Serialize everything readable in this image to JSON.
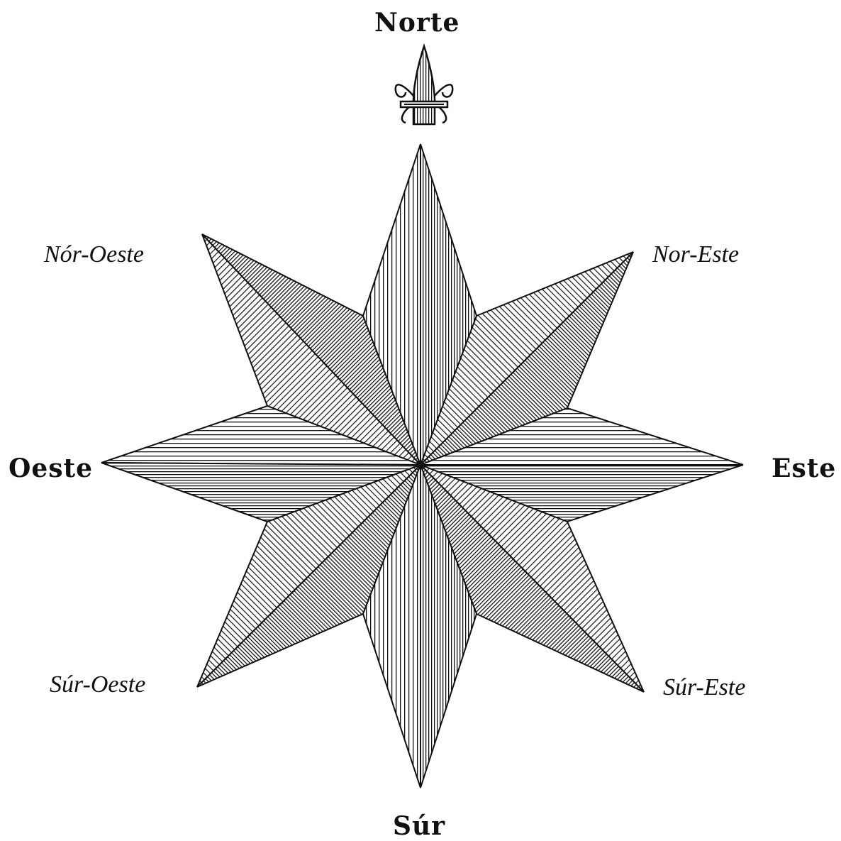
{
  "labels": {
    "north": "Norte",
    "south": "Súr",
    "east": "Este",
    "west": "Oeste",
    "northeast": "Nor-Este",
    "northwest": "Nór-Oeste",
    "southeast": "Súr-Este",
    "southwest": "Súr-Oeste"
  },
  "colors": {
    "ink": "#111111",
    "paper": "#ffffff"
  },
  "icons": {
    "north_marker": "fleur-de-lis-icon"
  }
}
